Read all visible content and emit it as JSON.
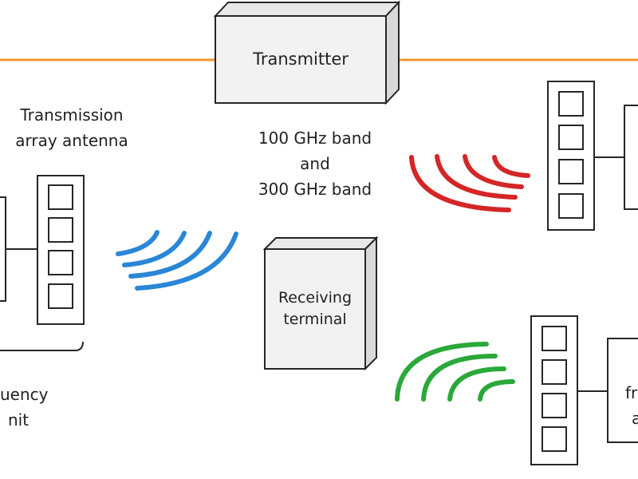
{
  "diagram": {
    "transmitter": {
      "label": "Transmitter"
    },
    "receiving_terminal": {
      "line1": "Receiving",
      "line2": "terminal"
    },
    "bands": {
      "line1": "100 GHz band",
      "line2": "and",
      "line3": "300 GHz band"
    },
    "tx_antenna": {
      "line1": "Transmission",
      "line2": "array antenna"
    },
    "left_unit_partial": {
      "line1": "uency",
      "line2": "nit"
    },
    "right_unit_partial": {
      "line1": "fr",
      "line2": "a"
    }
  },
  "colors": {
    "link_line": "#f0962e",
    "wave_blue": "#2a86d6",
    "wave_red": "#d42626",
    "wave_green": "#2aa83a",
    "box_front": "#f2f2f2",
    "box_side": "#d9d9d9",
    "stroke": "#262626"
  }
}
